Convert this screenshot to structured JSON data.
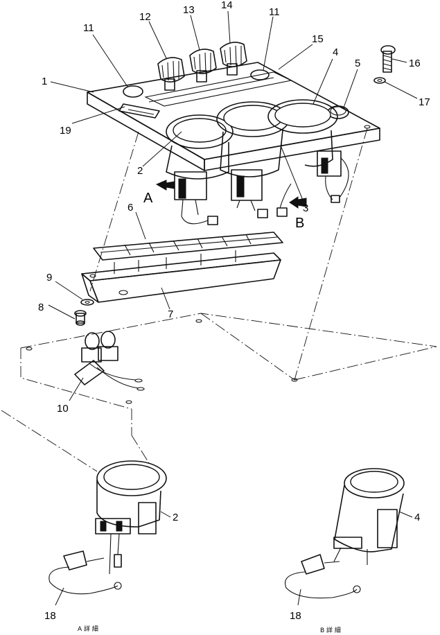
{
  "diagram": {
    "callouts": [
      "1",
      "2",
      "3",
      "4",
      "5",
      "6",
      "7",
      "8",
      "9",
      "10",
      "11",
      "12",
      "13",
      "14",
      "15",
      "16",
      "17",
      "18",
      "19"
    ],
    "view_labels": {
      "a": "A",
      "b": "B"
    },
    "detail_a": {
      "callout_gauge": "2",
      "callout_cable": "18",
      "caption": "A 詳 細"
    },
    "detail_b": {
      "callout_gauge": "4",
      "callout_cable": "18",
      "caption": "B 詳 細"
    }
  }
}
